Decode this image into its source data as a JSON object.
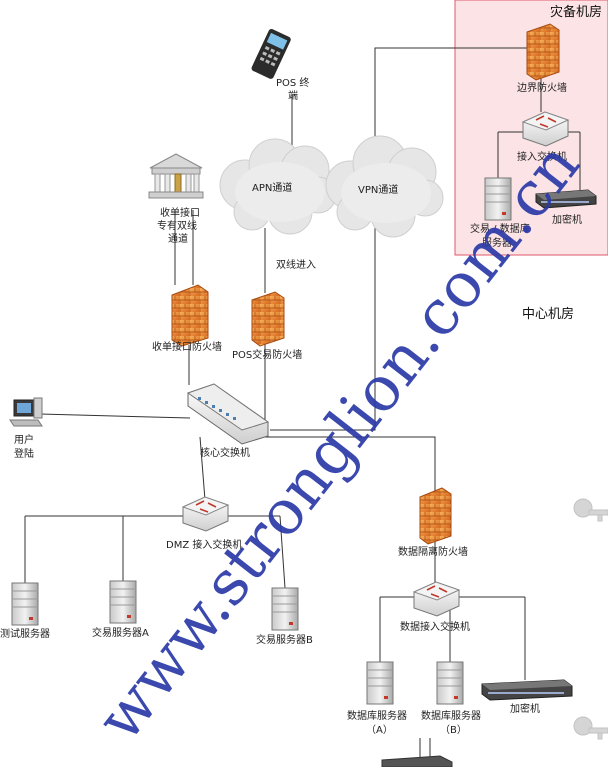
{
  "zones": {
    "backup_room": "灾备机房",
    "central_room": "中心机房"
  },
  "labels": {
    "pos_terminal_1": "POS 终",
    "pos_terminal_2": "端",
    "apn_channel": "APN通道",
    "vpn_channel": "VPN通道",
    "acquiring_line_1": "收单接口",
    "acquiring_line_2": "专有双线",
    "acquiring_line_3": "通道",
    "dual_line_in": "双线进入",
    "boundary_firewall": "边界防火墙",
    "access_switch_backup": "接入交换机",
    "trade_db_server_1": "交易 / 数据库",
    "trade_db_server_2": "服务器",
    "encryptor_backup": "加密机",
    "acquiring_firewall": "收单接口防火墙",
    "pos_firewall": "POS交易防火墙",
    "user_1": "用户",
    "user_2": "登陆",
    "core_switch": "核心交换机",
    "dmz_switch": "DMZ 接入交换机",
    "test_server": "测试服务器",
    "trade_server_a": "交易服务器A",
    "trade_server_b": "交易服务器B",
    "data_firewall": "数据隔离防火墙",
    "data_switch": "数据接入交换机",
    "db_server_a_1": "数据库服务器",
    "db_server_a_2": "（A）",
    "db_server_b_1": "数据库服务器",
    "db_server_b_2": "（B）",
    "encryptor_central": "加密机"
  },
  "watermark": "www.stronglion.com.cn",
  "colors": {
    "backup_zone_fill": "#fbe3e6",
    "backup_zone_stroke": "#e05a6a",
    "firewall": "#f08c2c",
    "watermark": "#2b3aa8",
    "line": "#333333"
  }
}
